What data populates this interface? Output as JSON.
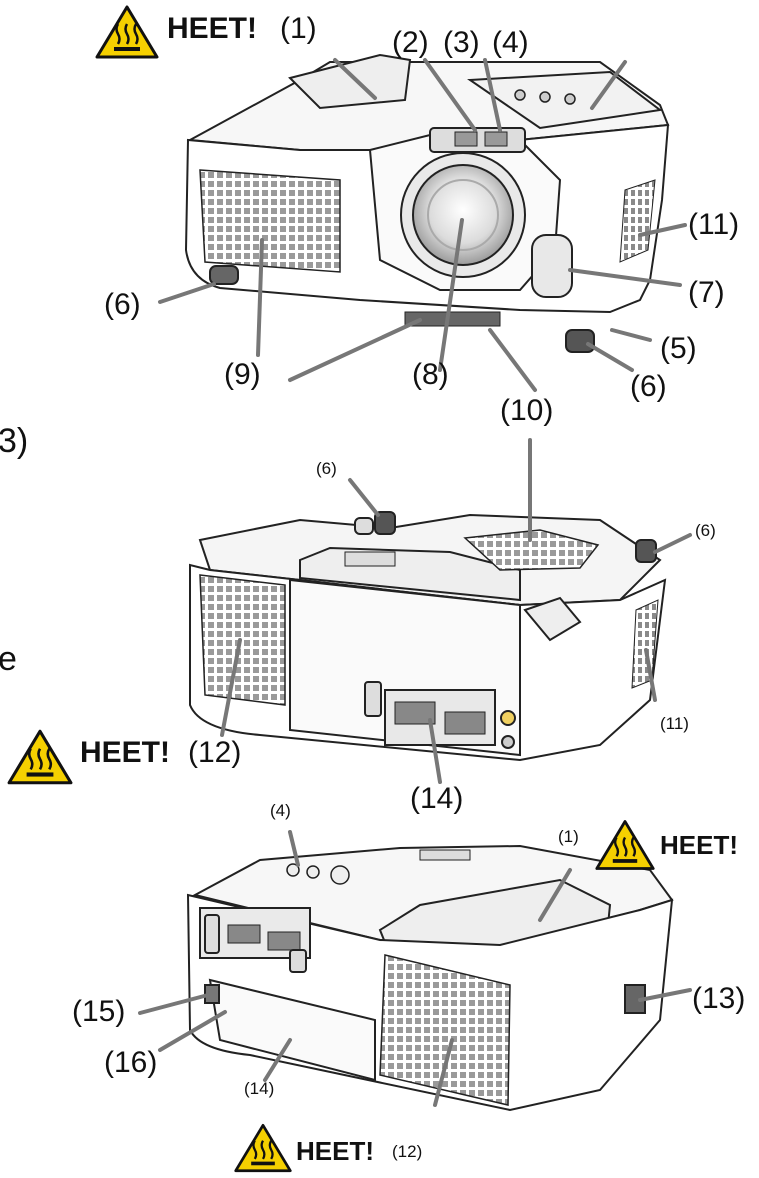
{
  "warning": {
    "word": "HEET!",
    "icon": "hot-surface-warning-icon",
    "color": "#f5d000"
  },
  "front_view": {
    "callouts": {
      "c1": "(1)",
      "c2": "(2)",
      "c3": "(3)",
      "c4": "(4)",
      "c5": "(5)",
      "c6a": "(6)",
      "c6b": "(6)",
      "c7": "(7)",
      "c8": "(8)",
      "c9": "(9)",
      "c10": "(10)",
      "c11": "(11)"
    }
  },
  "bottom_view": {
    "callouts": {
      "c6a": "(6)",
      "c6b": "(6)",
      "c10": "(10)",
      "c11": "(11)",
      "c12": "(12)",
      "c14": "(14)"
    }
  },
  "rear_view": {
    "callouts": {
      "c1": "(1)",
      "c4": "(4)",
      "c12": "(12)",
      "c13": "(13)",
      "c14": "(14)",
      "c15": "(15)",
      "c16": "(16)"
    }
  },
  "edge_fragments": {
    "left_top": "3)",
    "left_mid": "e"
  }
}
